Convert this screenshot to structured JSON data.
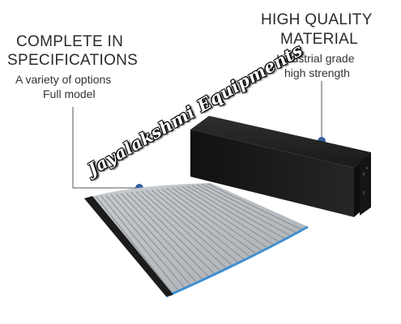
{
  "callouts": {
    "left": {
      "heading_line1": "COMPLETE IN",
      "heading_line2": "SPECIFICATIONS",
      "sub_line1": "A variety of options",
      "sub_line2": "Full model"
    },
    "right": {
      "heading_line1": "HIGH QUALITY",
      "heading_line2": "MATERIAL",
      "sub_line1": "Industrial grade",
      "sub_line2": "high strength"
    }
  },
  "watermark": "Jayalakshmi Equipments",
  "colors": {
    "callout_dot": "#2f5f9e",
    "housing": "#1f1f1f",
    "slats": "#b8bdc2",
    "edge_strip": "#3f8fd1"
  }
}
